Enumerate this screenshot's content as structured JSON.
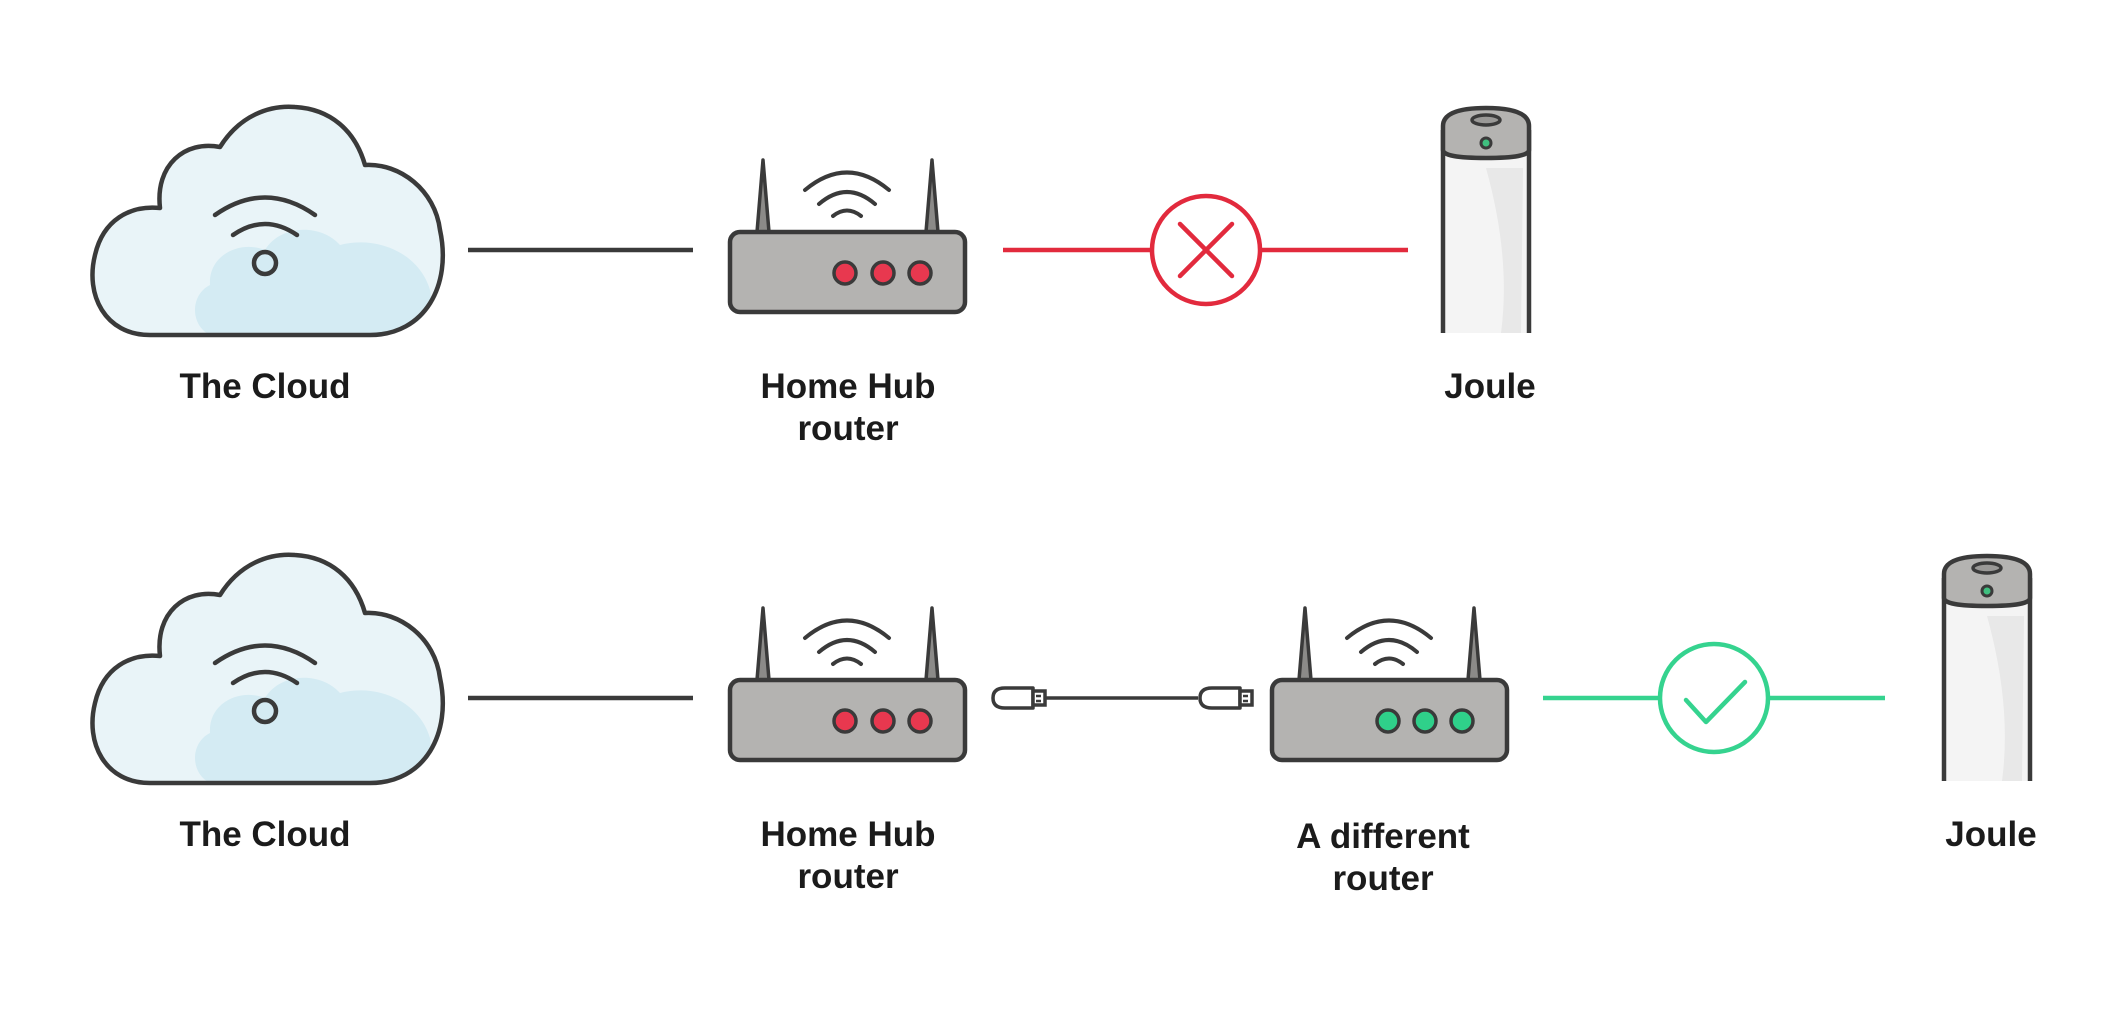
{
  "rows": [
    {
      "cloud": {
        "label": "The Cloud"
      },
      "hub": {
        "label_line1": "Home Hub",
        "label_line2": "router",
        "led_color": "#e8384f"
      },
      "status": "fail",
      "joule": {
        "label": "Joule"
      }
    },
    {
      "cloud": {
        "label": "The Cloud"
      },
      "hub": {
        "label_line1": "Home Hub",
        "label_line2": "router",
        "led_color": "#e8384f"
      },
      "router2": {
        "label_line1": "A different",
        "label_line2": "router",
        "led_color": "#2fd08a"
      },
      "status": "success",
      "joule": {
        "label": "Joule"
      }
    }
  ],
  "colors": {
    "outline": "#3a3a3a",
    "cloud_fill": "#e9f4f8",
    "cloud_shade": "#d4ebf3",
    "router_fill": "#b4b3b1",
    "joule_fill": "#f4f4f4",
    "fail": "#e22a3d",
    "success": "#35d38f"
  },
  "icons": {
    "cloud": "cloud-wifi-icon",
    "router": "router-icon",
    "joule": "joule-device-icon",
    "fail": "x-circle-icon",
    "success": "check-circle-icon",
    "cable": "ethernet-cable-icon"
  }
}
